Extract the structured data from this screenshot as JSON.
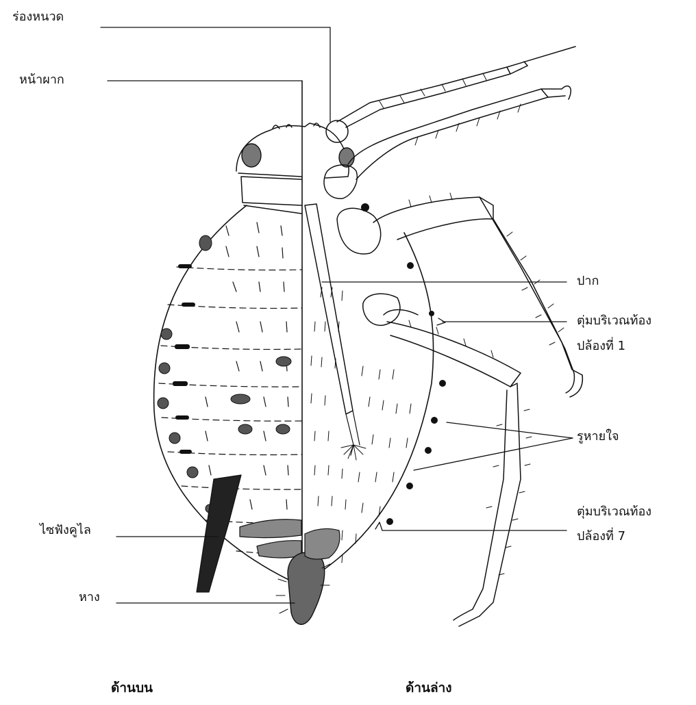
{
  "labels": {
    "antennal_groove": "ร่องหนวด",
    "frons": "หน้าผาก",
    "mouth": "ปาก",
    "tubercle_1_line1": "ตุ่มบริเวณท้อง",
    "tubercle_1_line2": "ปล้องที่ 1",
    "spiracle": "รูหายใจ",
    "tubercle_7_line1": "ตุ่มบริเวณท้อง",
    "tubercle_7_line2": "ปล้องที่ 7",
    "siphunculus": "ไซฟังคูไล",
    "cauda": "หาง"
  },
  "captions": {
    "dorsal": "ด้านบน",
    "ventral": "ด้านล่าง"
  },
  "colors": {
    "ink": "#111111",
    "background": "#ffffff"
  }
}
